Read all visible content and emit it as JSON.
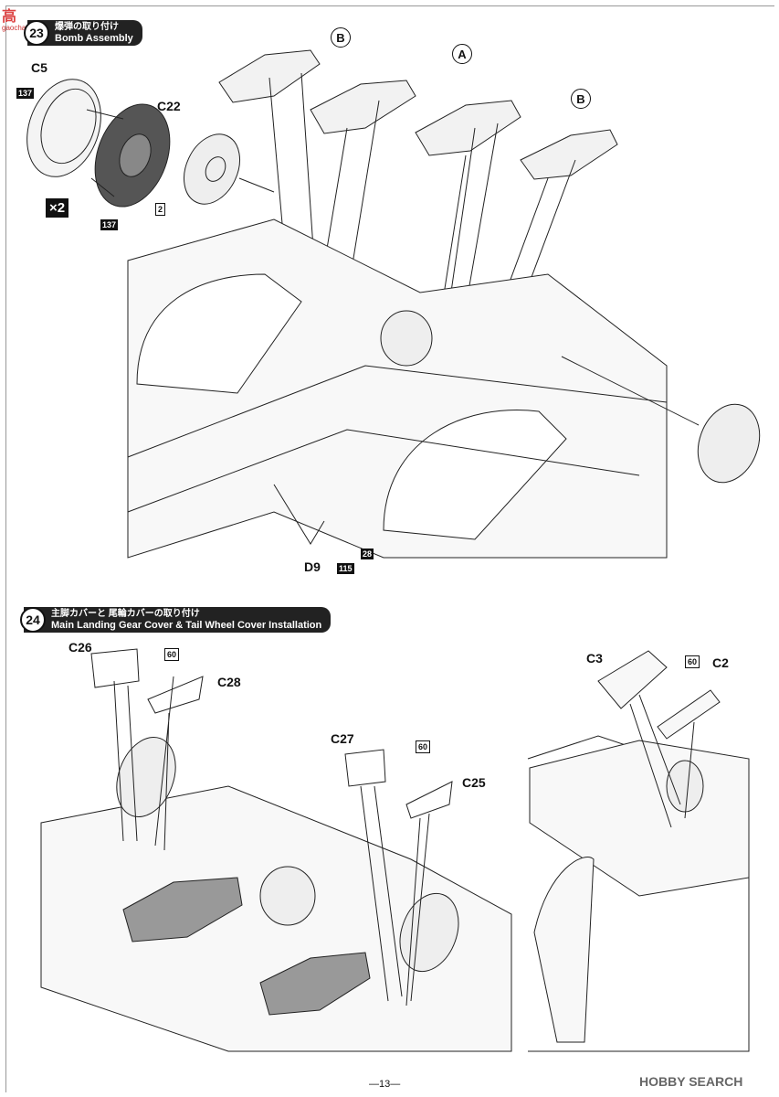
{
  "watermark_top": {
    "logo_text": "高",
    "site": "gaocha..."
  },
  "step23": {
    "number": "23",
    "title_jp": "爆弾の取り付け",
    "title_en": "Bomb Assembly"
  },
  "step24": {
    "number": "24",
    "title_jp": "主脚カバーと 尾輪カバーの取り付け",
    "title_en": "Main Landing Gear Cover & Tail Wheel Cover Installation"
  },
  "labels": {
    "c5": "C5",
    "c22": "C22",
    "times2": "×2",
    "p137a": "137",
    "p137b": "137",
    "p2": "2",
    "b1": "B",
    "a": "A",
    "b2": "B",
    "d9": "D9",
    "p115": "115",
    "p28": "28",
    "c26": "C26",
    "p60a": "60",
    "c28": "C28",
    "c27": "C27",
    "p60b": "60",
    "c25": "C25",
    "c3": "C3",
    "p60c": "60",
    "c2": "C2"
  },
  "footer": {
    "page": "—13—",
    "watermark": "HOBBY SEARCH"
  }
}
